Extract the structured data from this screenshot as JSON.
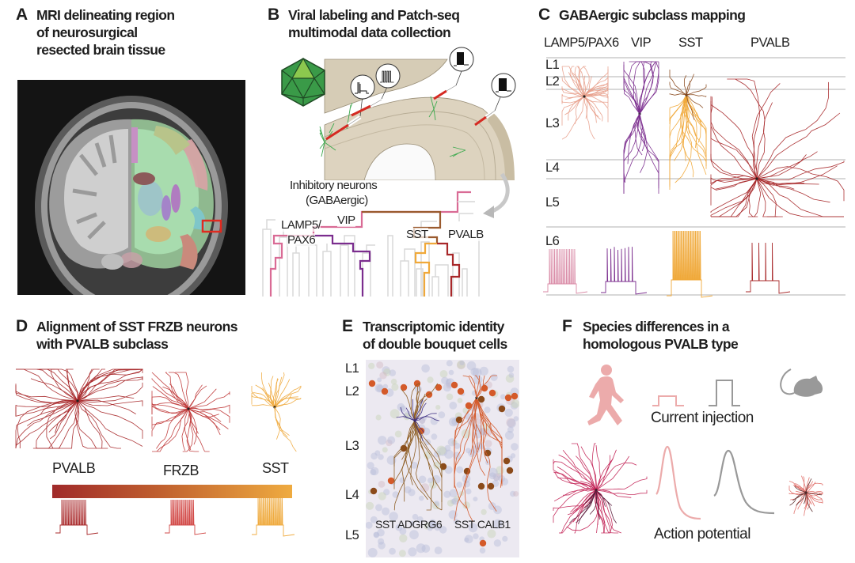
{
  "panels": {
    "A": {
      "letter": "A",
      "title_lines": [
        "MRI delineating region",
        "of neurosurgical",
        "resected brain tissue"
      ],
      "image": "coronal-mri-brain-with-atlas-overlay",
      "highlight_color": "#e02a1f"
    },
    "B": {
      "letter": "B",
      "title_lines": [
        "Viral labeling and Patch-seq",
        "multimodal data collection"
      ],
      "virus_icon": "icosahedral-virus-icon",
      "tree_root_label_lines": [
        "Inhibitory neurons",
        "(GABAergic)"
      ],
      "subclass_labels": {
        "lamp5": [
          "LAMP5/",
          "PAX6"
        ],
        "vip": "VIP",
        "sst": "SST",
        "pvalb": "PVALB"
      }
    },
    "C": {
      "letter": "C",
      "title_lines": [
        "GABAergic subclass mapping"
      ],
      "columns": [
        "LAMP5/PAX6",
        "VIP",
        "SST",
        "PVALB"
      ],
      "layers": [
        "L1",
        "L2",
        "L3",
        "L4",
        "L5",
        "L6"
      ]
    },
    "D": {
      "letter": "D",
      "title_lines": [
        "Alignment of SST FRZB neurons",
        "with PVALB subclass"
      ],
      "labels": [
        "PVALB",
        "FRZB",
        "SST"
      ]
    },
    "E": {
      "letter": "E",
      "title_lines": [
        "Transcriptomic identity",
        "of double bouquet cells"
      ],
      "layers": [
        "L1",
        "L2",
        "L3",
        "L4",
        "L5"
      ],
      "cell_labels": [
        "SST ADGRG6",
        "SST CALB1"
      ]
    },
    "F": {
      "letter": "F",
      "title_lines": [
        "Species differences in a",
        "homologous PVALB type"
      ],
      "current_label": "Current injection",
      "ap_label": "Action potential",
      "human_icon": "walking-human-icon",
      "mouse_icon": "mouse-icon"
    }
  },
  "colors": {
    "lamp5": "#e8a08c",
    "lamp5_trace": "#d98aa6",
    "vip": "#7b2d8e",
    "sst": "#f0a93a",
    "pvalb": "#a8282a",
    "root": "#d96b95",
    "sst_pvalb_branch": "#9a5a2e",
    "human": "#ecabab",
    "mouse": "#999999",
    "gradient_start": "#a02a2a",
    "gradient_end": "#efab40"
  }
}
